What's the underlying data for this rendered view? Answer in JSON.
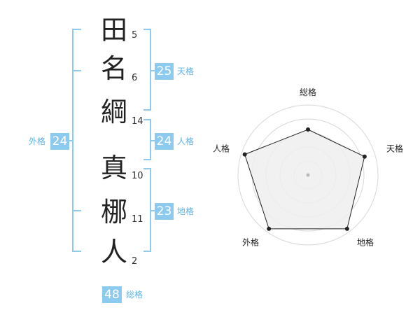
{
  "name": {
    "chars": [
      {
        "char": "田",
        "strokes": "5"
      },
      {
        "char": "名",
        "strokes": "6"
      },
      {
        "char": "綱",
        "strokes": "14"
      },
      {
        "char": "真",
        "strokes": "10"
      },
      {
        "char": "梛",
        "strokes": "11"
      },
      {
        "char": "人",
        "strokes": "2"
      }
    ]
  },
  "kaku": {
    "tenkaku": {
      "label": "天格",
      "value": "25"
    },
    "jinkaku": {
      "label": "人格",
      "value": "24"
    },
    "chikaku": {
      "label": "地格",
      "value": "23"
    },
    "gaikaku": {
      "label": "外格",
      "value": "24"
    },
    "soukaku": {
      "label": "総格",
      "value": "48"
    }
  },
  "colors": {
    "accent": "#8ccaf0",
    "label": "#5fb3e6"
  },
  "chart_data": {
    "type": "radar",
    "axes": [
      "総格",
      "天格",
      "地格",
      "外格",
      "人格"
    ],
    "values": [
      0.65,
      0.85,
      0.95,
      0.95,
      0.95
    ],
    "range": [
      0,
      1
    ],
    "rings": 5
  }
}
